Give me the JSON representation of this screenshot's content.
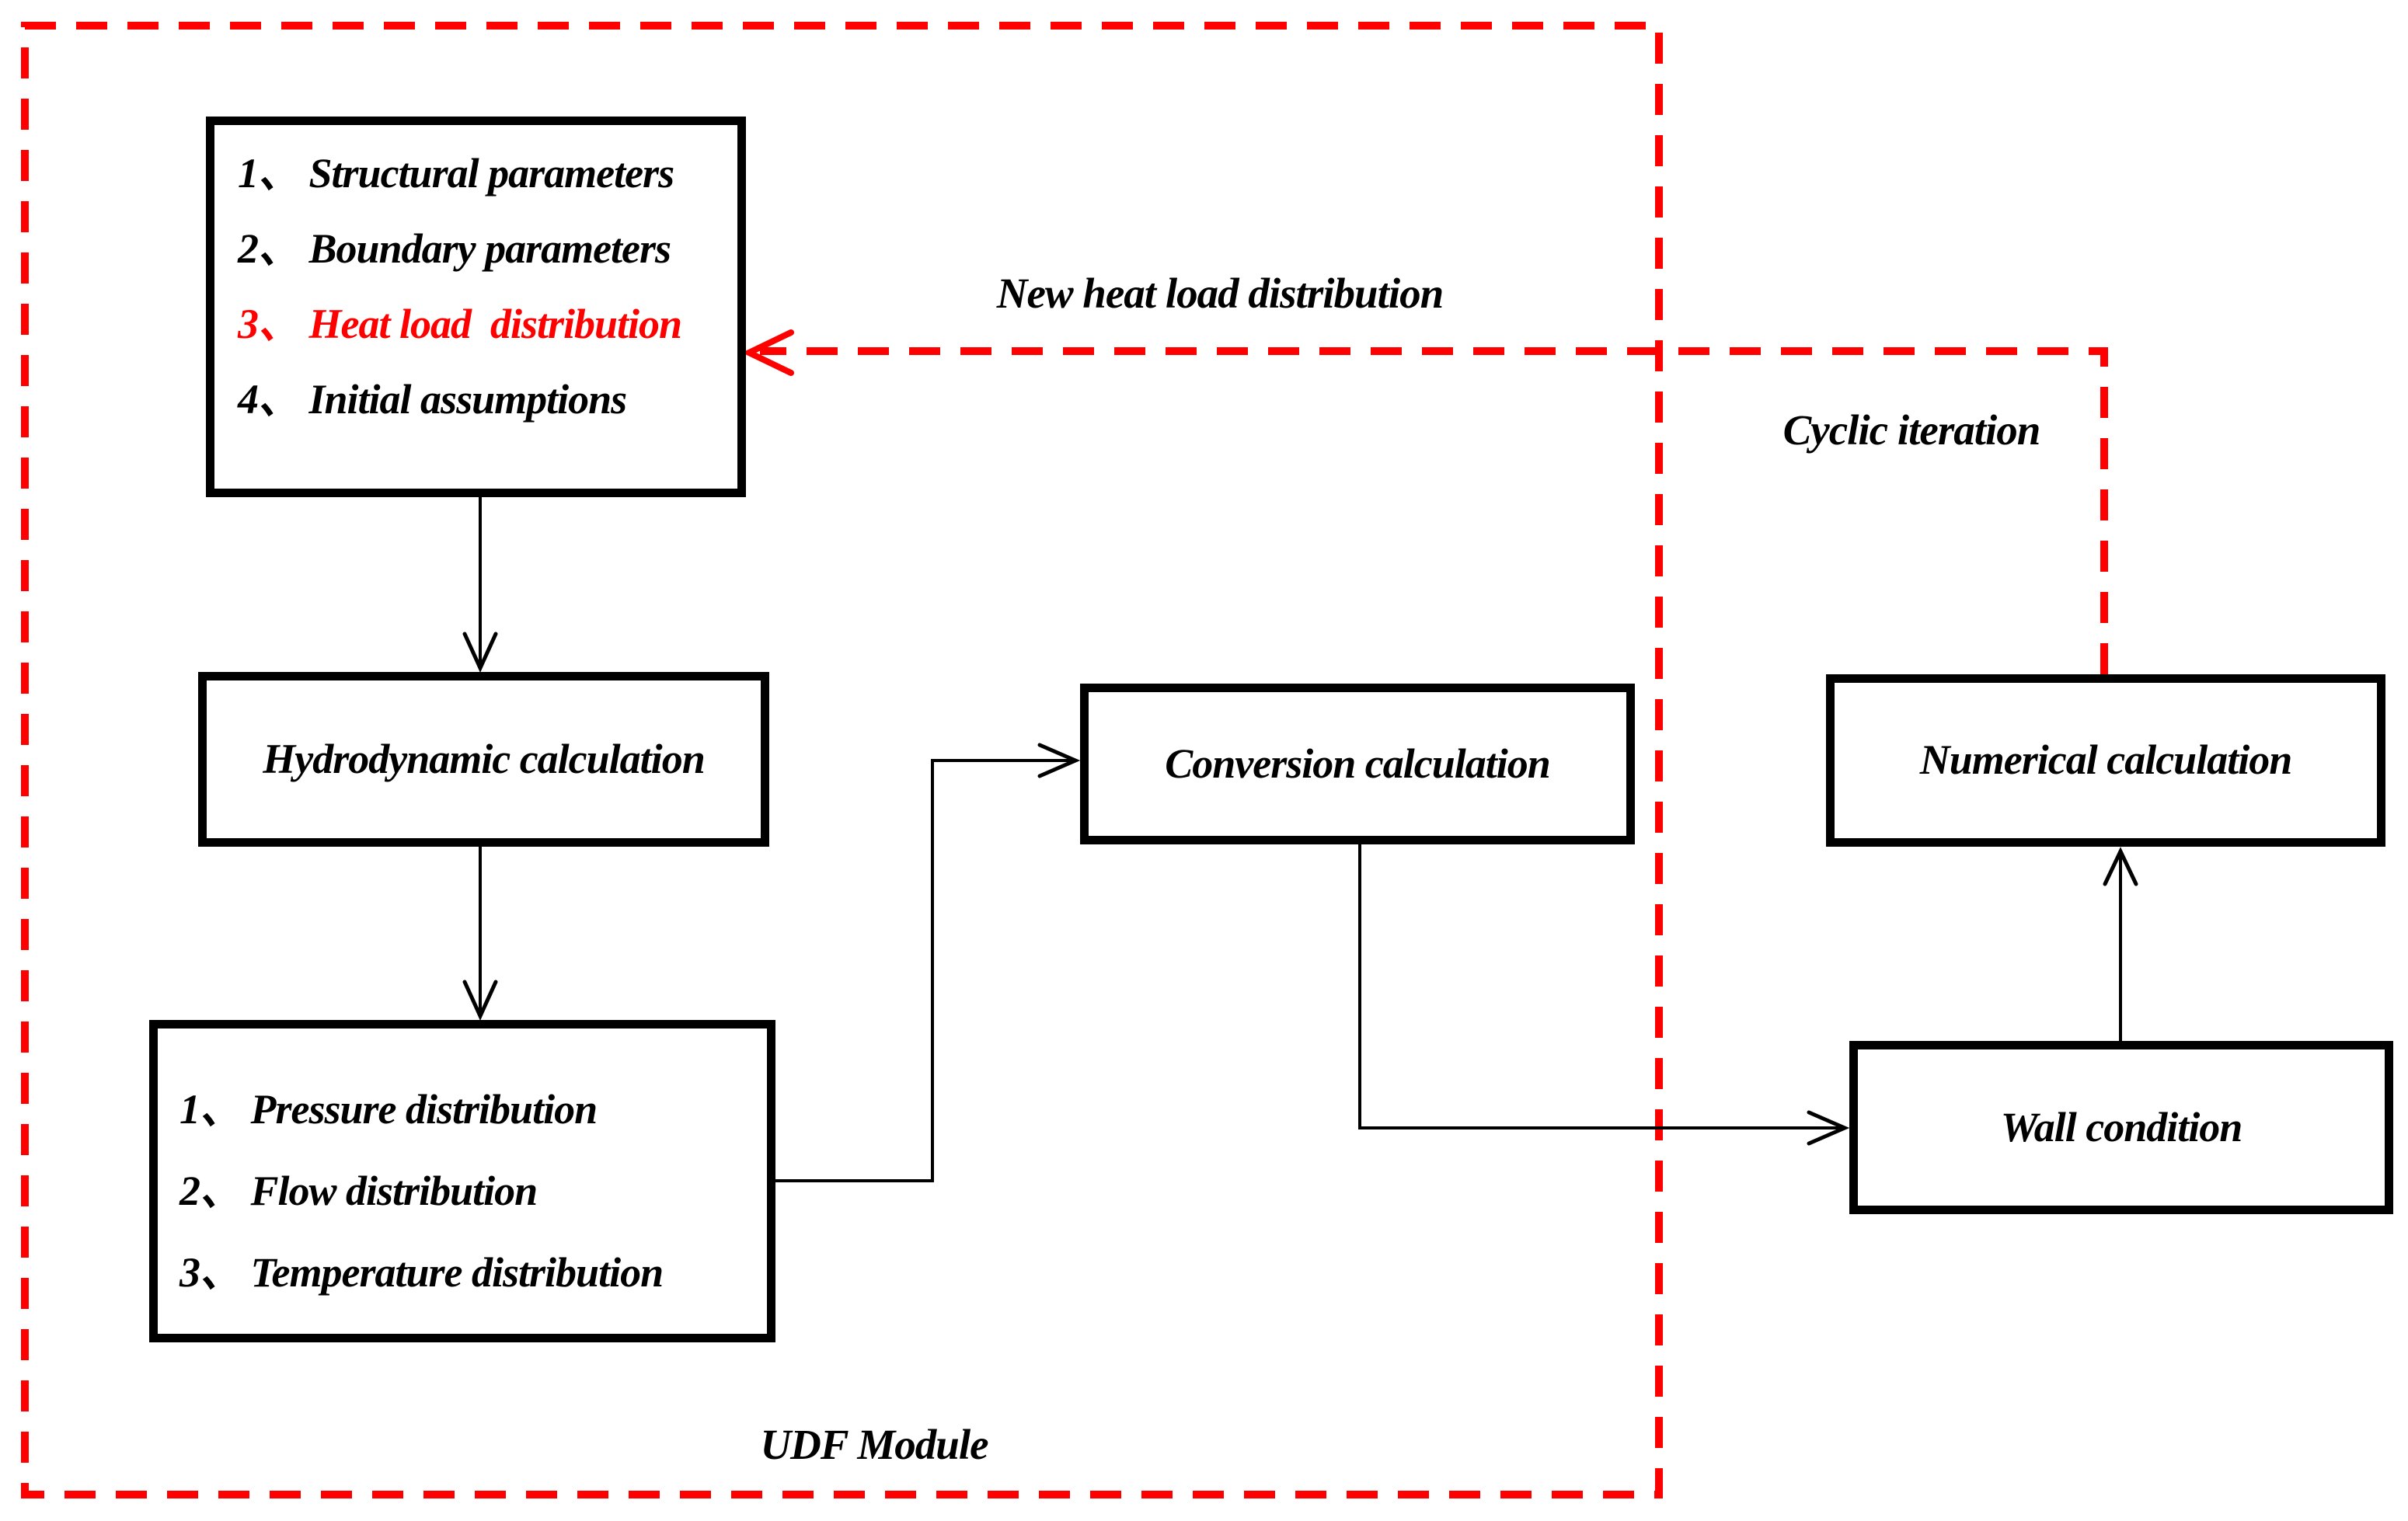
{
  "diagram": {
    "title_hint": "CFD UDF coupling flowchart",
    "accent_color": "#ff0000",
    "line_color": "#000000",
    "boxes": {
      "inputs": {
        "items": [
          {
            "text": "1、 Structural parameters",
            "highlight": false
          },
          {
            "text": "2、 Boundary parameters",
            "highlight": false
          },
          {
            "text": "3、 Heat load  distribution",
            "highlight": true
          },
          {
            "text": "4、 Initial assumptions",
            "highlight": false
          }
        ]
      },
      "hydrodynamic": {
        "label": "Hydrodynamic calculation"
      },
      "results": {
        "items": [
          {
            "text": "1、 Pressure distribution"
          },
          {
            "text": "2、 Flow distribution"
          },
          {
            "text": "3、 Temperature distribution"
          }
        ]
      },
      "conversion": {
        "label": "Conversion  calculation"
      },
      "numerical": {
        "label": "Numerical  calculation"
      },
      "wall": {
        "label": "Wall condition"
      }
    },
    "labels": {
      "feedback": "New heat load distribution",
      "cyclic": "Cyclic iteration",
      "module": "UDF Module"
    }
  }
}
